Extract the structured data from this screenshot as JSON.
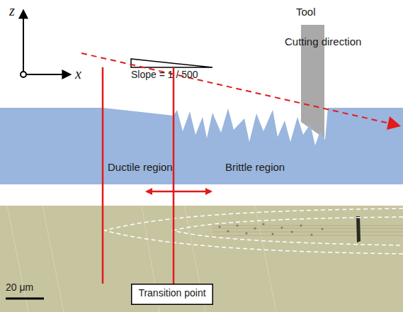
{
  "diagram": {
    "nodes": [
      {
        "text": [
          "Tool"
        ]
      },
      {
        "text": [
          "Ductile region",
          "Brittle region"
        ]
      },
      {
        "text": [
          "Transition point"
        ]
      }
    ],
    "labels": [
      "z",
      "x",
      "Slope = 1 / 500",
      "Cutting direction",
      "20 μm"
    ]
  }
}
